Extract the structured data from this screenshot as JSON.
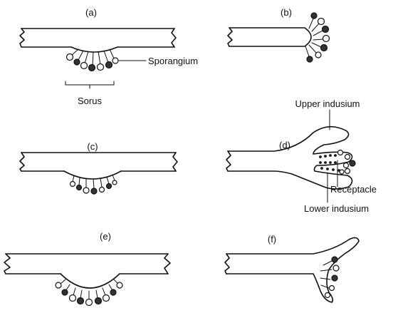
{
  "panels": {
    "a": {
      "label": "(a)"
    },
    "b": {
      "label": "(b)"
    },
    "c": {
      "label": "(c)"
    },
    "d": {
      "label": "(d)"
    },
    "e": {
      "label": "(e)"
    },
    "f": {
      "label": "(f)"
    }
  },
  "annotations": {
    "sporangium": "Sporangium",
    "sorus": "Sorus",
    "upper_indusium": "Upper indusium",
    "receptacle": "Receptacle",
    "lower_indusium": "Lower indusium"
  }
}
